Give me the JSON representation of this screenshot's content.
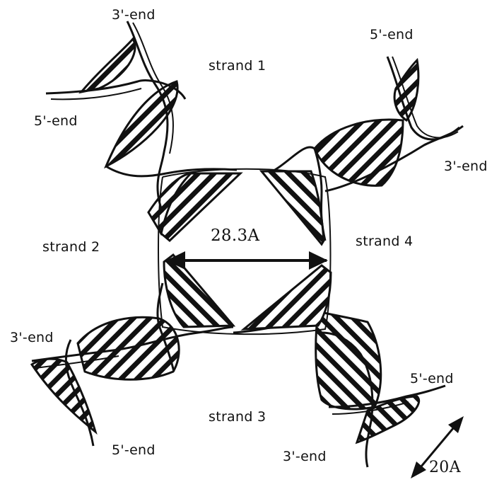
{
  "labels": {
    "strand1": "strand 1",
    "strand2": "strand 2",
    "strand3": "strand 3",
    "strand4": "strand 4",
    "s1_3end": "3'-end",
    "s1_5end": "5'-end",
    "s4_5end": "5'-end",
    "s4_3end": "3'-end",
    "s2_3end": "3'-end",
    "s2_5end": "5'-end",
    "s3_5end": "5'-end",
    "s3_3end": "3'-end",
    "inner_distance": "28.3A",
    "scale": "20A"
  },
  "colors": {
    "ink": "#111111",
    "paper": "#ffffff"
  }
}
